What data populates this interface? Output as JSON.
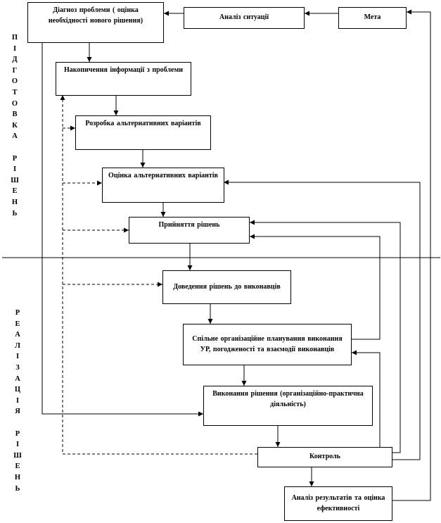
{
  "boxes": {
    "diagnosis": "Діагноз проблеми  ( оцінка необхідності нового рішення)",
    "situation": "Аналіз  ситуації",
    "goal": "Мета",
    "info": "Накопичення  інформації  з проблеми",
    "alternatives": "Розробка  альтернативних варіантів",
    "evaluation": "Оцінка  альтернативних варіантів",
    "decision": "Прийняття  рішень",
    "communication": "Доведення  рішень до виконавців",
    "planning": "Спільне  організаційне  планування виконання  УР, погодженості  та взаємодії виконавців",
    "execution": "Виконання  рішення  (організаційно-практична  діяльність)",
    "control": "Контроль",
    "results": "Аналіз  результатів  та оцінка  ефективності"
  },
  "side_labels": {
    "preparation": [
      "П",
      "І",
      "Д",
      "Г",
      "О",
      "Т",
      "О",
      "В",
      "К",
      "А",
      "",
      "Р",
      "І",
      "Ш",
      "Е",
      "Н",
      "Ь"
    ],
    "implementation": [
      "Р",
      "Е",
      "А",
      "Л",
      "І",
      "З",
      "А",
      "Ц",
      "І",
      "Я",
      "",
      "Р",
      "І",
      "Ш",
      "Е",
      "Н",
      "Ь"
    ]
  },
  "colors": {
    "line": "#000000",
    "background": "#ffffff"
  }
}
